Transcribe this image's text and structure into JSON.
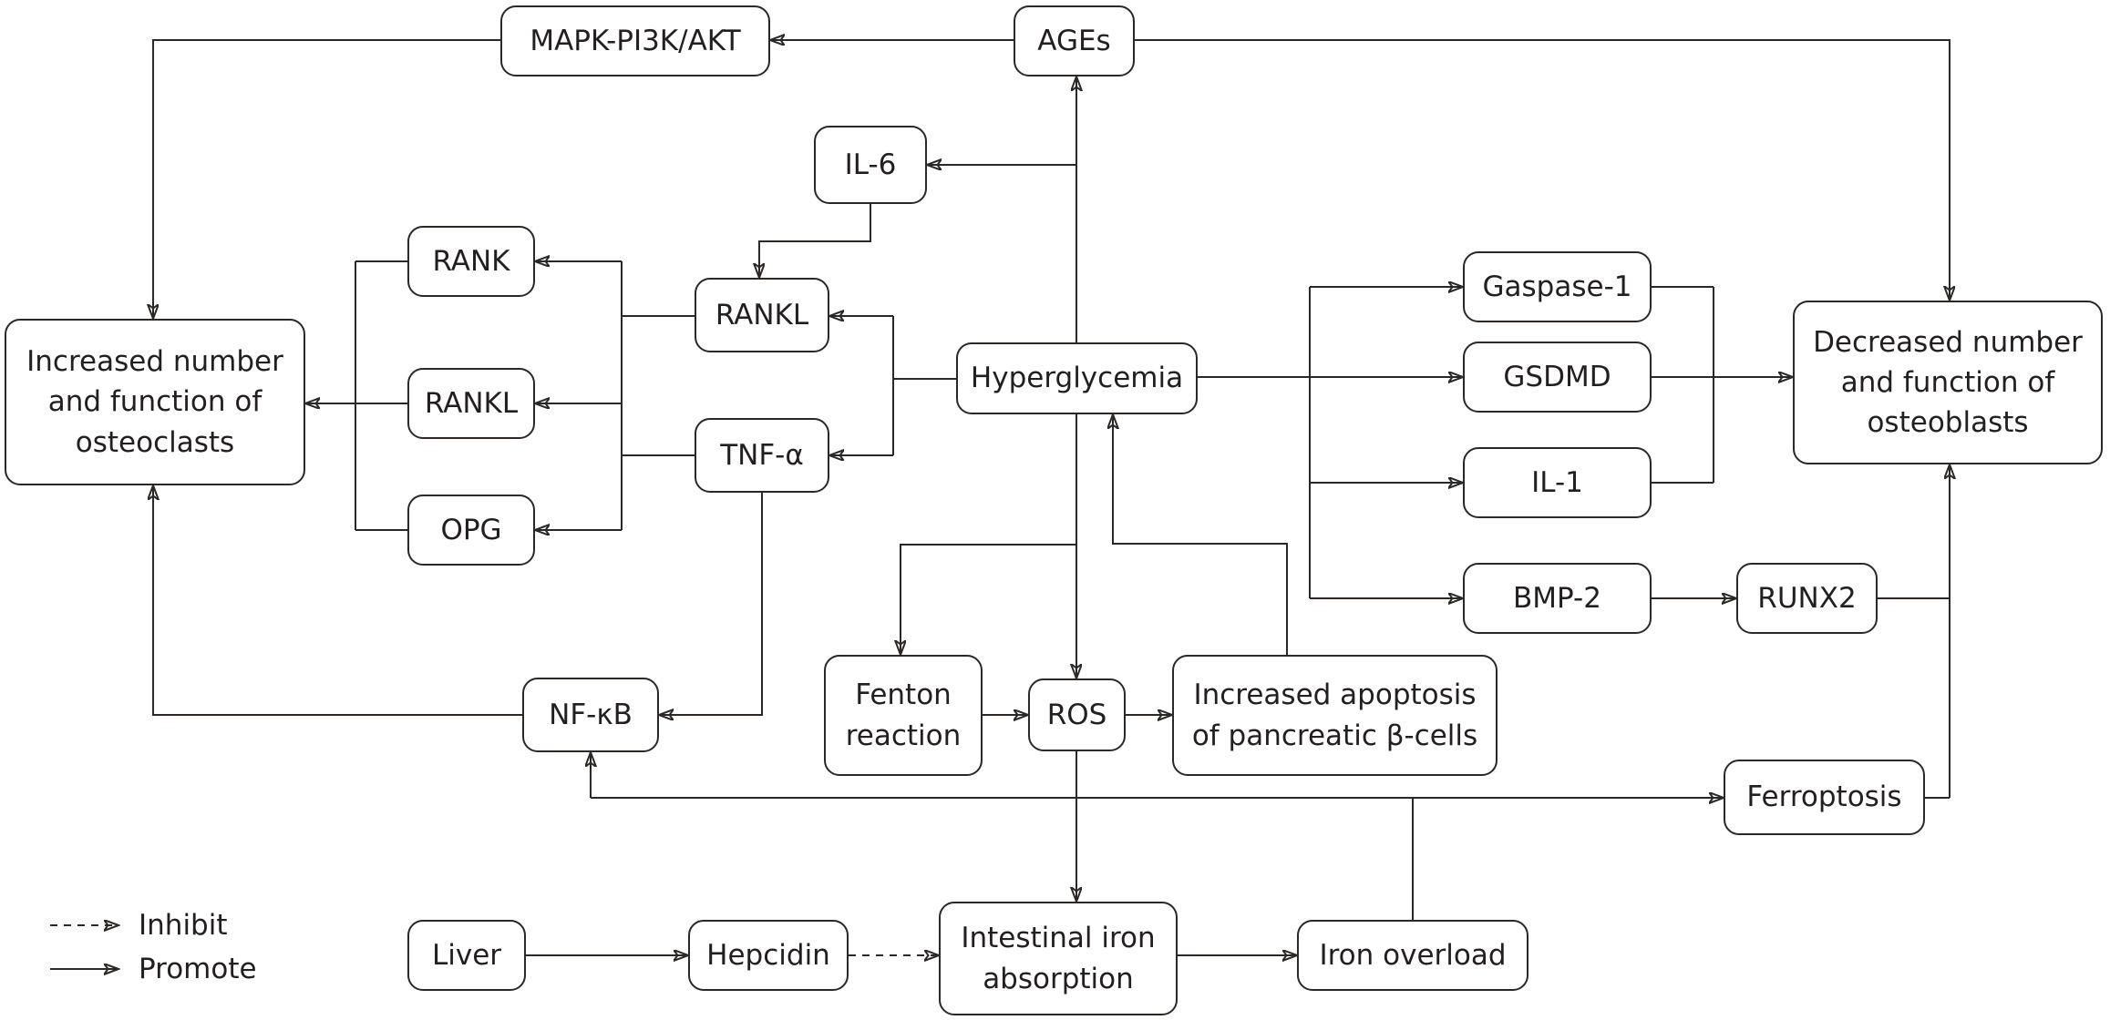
{
  "nodes": {
    "mapk": {
      "label": "MAPK-PI3K/AKT"
    },
    "ages": {
      "label": "AGEs"
    },
    "il6": {
      "label": "IL-6"
    },
    "rank": {
      "label": "RANK"
    },
    "rankl_left": {
      "label": "RANKL"
    },
    "opg": {
      "label": "OPG"
    },
    "increased_osteoclasts": {
      "label": "Increased number\nand function of\nosteoclasts"
    },
    "rankl_mid": {
      "label": "RANKL"
    },
    "tnf": {
      "label": "TNF-α"
    },
    "hyperglycemia": {
      "label": "Hyperglycemia"
    },
    "gaspase1": {
      "label": "Gaspase-1"
    },
    "gsdmd": {
      "label": "GSDMD"
    },
    "il1": {
      "label": "IL-1"
    },
    "bmp2": {
      "label": "BMP-2"
    },
    "runx2": {
      "label": "RUNX2"
    },
    "decreased_osteoblasts": {
      "label": "Decreased number\nand function of\nosteoblasts"
    },
    "nfkb": {
      "label": "NF-κB"
    },
    "fenton": {
      "label": "Fenton\nreaction"
    },
    "ros": {
      "label": "ROS"
    },
    "apoptosis": {
      "label": "Increased apoptosis\nof pancreatic β-cells"
    },
    "ferroptosis": {
      "label": "Ferroptosis"
    },
    "liver": {
      "label": "Liver"
    },
    "hepcidin": {
      "label": "Hepcidin"
    },
    "intestinal": {
      "label": "Intestinal iron\nabsorption"
    },
    "iron_overload": {
      "label": "Iron overload"
    }
  },
  "legend": {
    "inhibit": "Inhibit",
    "promote": "Promote"
  },
  "colors": {
    "line": "#2b2826",
    "text": "#231f20",
    "background": "#ffffff"
  },
  "edges": [
    {
      "from": "AGEs",
      "to": "MAPK-PI3K/AKT",
      "type": "promote"
    },
    {
      "from": "MAPK-PI3K/AKT",
      "to": "Increased number and function of osteoclasts",
      "type": "promote"
    },
    {
      "from": "Hyperglycemia",
      "to": "AGEs",
      "type": "promote"
    },
    {
      "from": "Hyperglycemia",
      "to": "IL-6",
      "type": "promote"
    },
    {
      "from": "IL-6",
      "to": "RANKL",
      "type": "promote"
    },
    {
      "from": "Hyperglycemia",
      "to": "RANKL",
      "type": "promote"
    },
    {
      "from": "Hyperglycemia",
      "to": "TNF-α",
      "type": "promote"
    },
    {
      "from": "RANKL/TNF-α",
      "to": "RANK",
      "type": "promote"
    },
    {
      "from": "RANKL/TNF-α",
      "to": "RANKL",
      "type": "promote"
    },
    {
      "from": "RANKL/TNF-α",
      "to": "OPG",
      "type": "promote"
    },
    {
      "from": "RANK/RANKL/OPG",
      "to": "Increased number and function of osteoclasts",
      "type": "promote"
    },
    {
      "from": "TNF-α",
      "to": "NF-κB",
      "type": "promote"
    },
    {
      "from": "NF-κB",
      "to": "Increased number and function of osteoclasts",
      "type": "promote"
    },
    {
      "from": "Hyperglycemia",
      "to": "ROS",
      "type": "promote"
    },
    {
      "from": "Hyperglycemia",
      "to": "Fenton reaction",
      "type": "promote"
    },
    {
      "from": "Fenton reaction",
      "to": "ROS",
      "type": "promote"
    },
    {
      "from": "ROS",
      "to": "Increased apoptosis of pancreatic β-cells",
      "type": "promote"
    },
    {
      "from": "Increased apoptosis of pancreatic β-cells",
      "to": "Hyperglycemia",
      "type": "promote"
    },
    {
      "from": "Hyperglycemia",
      "to": "Gaspase-1",
      "type": "promote"
    },
    {
      "from": "Hyperglycemia",
      "to": "GSDMD",
      "type": "promote"
    },
    {
      "from": "Hyperglycemia",
      "to": "IL-1",
      "type": "promote"
    },
    {
      "from": "Hyperglycemia",
      "to": "BMP-2",
      "type": "promote"
    },
    {
      "from": "Gaspase-1/GSDMD/IL-1",
      "to": "Decreased number and function of osteoblasts",
      "type": "promote"
    },
    {
      "from": "BMP-2",
      "to": "RUNX2",
      "type": "promote"
    },
    {
      "from": "RUNX2",
      "to": "Decreased number and function of osteoblasts",
      "type": "promote"
    },
    {
      "from": "AGEs",
      "to": "Decreased number and function of osteoblasts",
      "type": "promote"
    },
    {
      "from": "Iron overload",
      "to": "NF-κB",
      "type": "promote"
    },
    {
      "from": "Iron overload",
      "to": "Ferroptosis",
      "type": "promote"
    },
    {
      "from": "Ferroptosis",
      "to": "Decreased number and function of osteoblasts",
      "type": "promote"
    },
    {
      "from": "ROS",
      "to": "Intestinal iron absorption",
      "type": "promote"
    },
    {
      "from": "Liver",
      "to": "Hepcidin",
      "type": "promote"
    },
    {
      "from": "Hepcidin",
      "to": "Intestinal iron absorption",
      "type": "inhibit"
    },
    {
      "from": "Intestinal iron absorption",
      "to": "Iron overload",
      "type": "promote"
    }
  ]
}
